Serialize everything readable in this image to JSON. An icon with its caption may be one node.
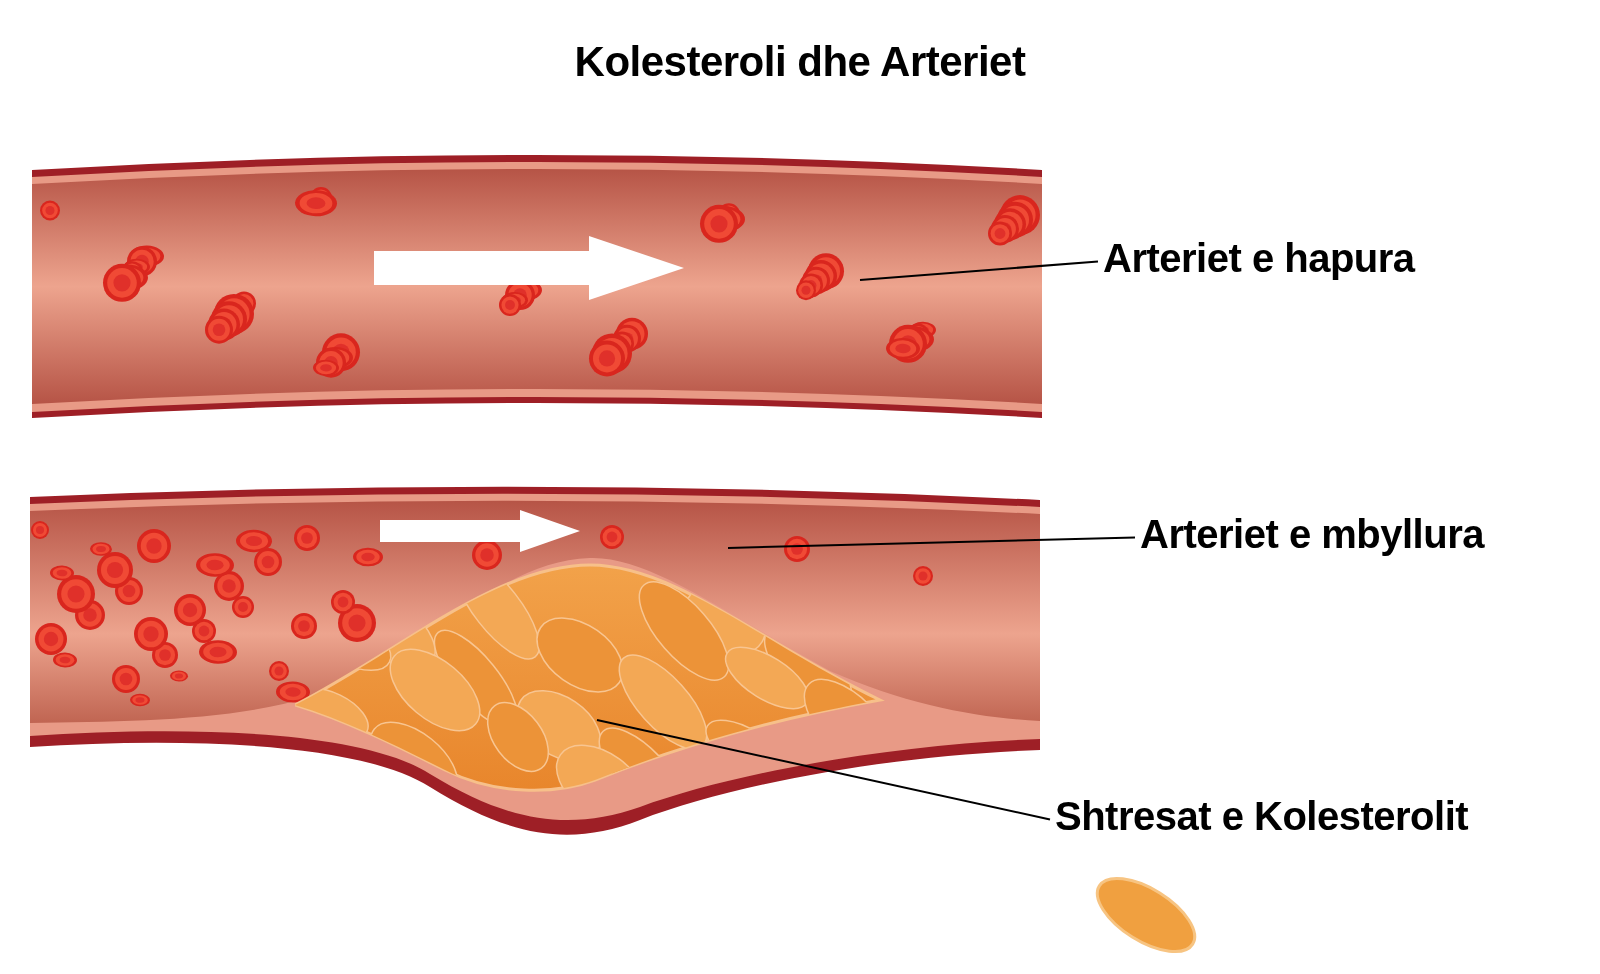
{
  "diagram": {
    "title": "Kolesteroli dhe Arteriet",
    "nodes": [
      {
        "text": [
          "Arteriet e hapura"
        ]
      },
      {
        "text": [],
        "shape": "picture"
      },
      {
        "text": [
          "Arteriet e mbyllura"
        ]
      },
      {
        "text": [],
        "shape": "picture"
      },
      {
        "text": [
          "Shtresat e Kolesterolit"
        ]
      },
      {
        "text": [],
        "shape": "picture",
        "in": 3
      }
    ],
    "edges": [
      {
        "from": 0,
        "to": 1,
        "arrow": "none"
      },
      {
        "from": 2,
        "to": 3,
        "arrow": "none"
      },
      {
        "from": 4,
        "to": 5,
        "arrow": "none"
      }
    ]
  }
}
